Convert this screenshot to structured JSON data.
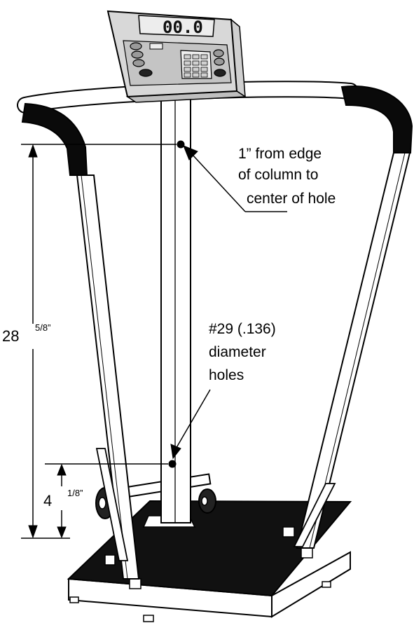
{
  "display": {
    "readout": "00.0"
  },
  "labels": {
    "edge_note_line1": "1”  from edge",
    "edge_note_line2": "of column to",
    "edge_note_line3": "center of hole",
    "hole_note_line1": "#29 (.136)",
    "hole_note_line2": "diameter",
    "hole_note_line3": "holes"
  },
  "dimensions": {
    "top_height_whole": "28",
    "top_height_fraction": "5/8”",
    "bottom_height_whole": "4",
    "bottom_height_fraction": "1/8”"
  }
}
